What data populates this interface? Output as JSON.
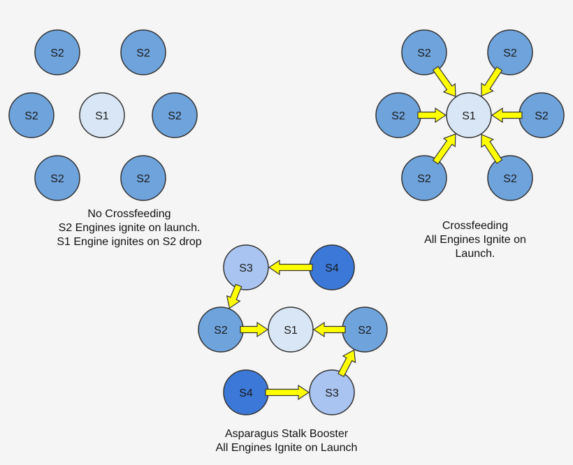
{
  "colors": {
    "background": "#f5f5f5",
    "s1": "#d8e6f5",
    "s2": "#6fa3dc",
    "s3": "#a9c4f0",
    "s4": "#3c78d8",
    "stroke": "#333333",
    "arrow": "#ffff00"
  },
  "diagrams": [
    {
      "id": "no-crossfeeding",
      "nodes": [
        "S2",
        "S2",
        "S2",
        "S1",
        "S2",
        "S2",
        "S2"
      ],
      "caption": [
        "No Crossfeeding",
        "S2 Engines ignite on launch.",
        "S1 Engine ignites on S2 drop"
      ]
    },
    {
      "id": "crossfeeding",
      "nodes": [
        "S2",
        "S2",
        "S2",
        "S1",
        "S2",
        "S2",
        "S2"
      ],
      "caption": [
        "Crossfeeding",
        "All Engines Ignite on",
        "Launch."
      ]
    },
    {
      "id": "asparagus",
      "nodes": [
        "S3",
        "S4",
        "S2",
        "S1",
        "S2",
        "S4",
        "S3"
      ],
      "caption": [
        "Asparagus Stalk Booster",
        "All Engines Ignite on Launch"
      ]
    }
  ]
}
